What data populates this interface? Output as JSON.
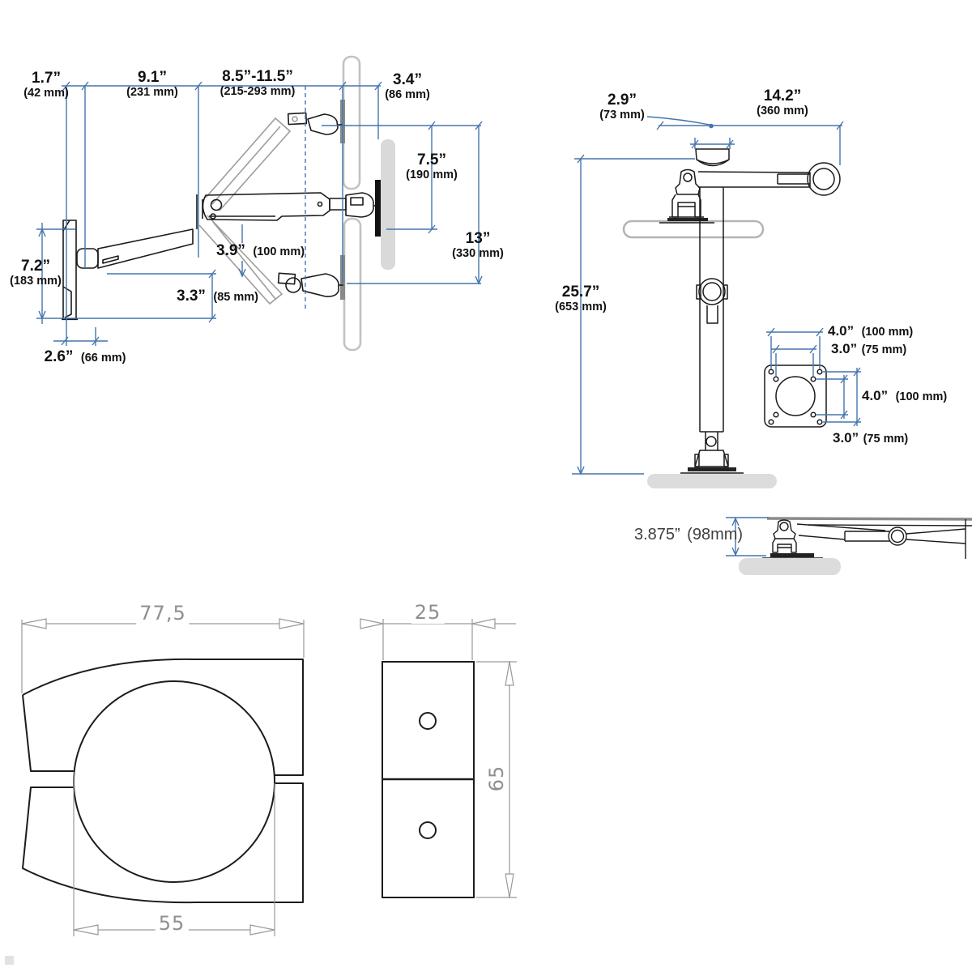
{
  "wall_diagram": {
    "dims": {
      "wall_offset": {
        "in": "1.7”",
        "mm": "(42 mm)"
      },
      "extension_reach": {
        "in": "9.1”",
        "mm": "(231 mm)"
      },
      "lift_arm_reach": {
        "in": "8.5”-11.5”",
        "mm": "(215-293 mm)"
      },
      "mount_depth": {
        "in": "3.4”",
        "mm": "(86 mm)"
      },
      "lift_up": {
        "in": "7.5”",
        "mm": "(190 mm)"
      },
      "lift_range": {
        "in": "13”",
        "mm": "(330 mm)"
      },
      "plate_height": {
        "in": "7.2”",
        "mm": "(183 mm)"
      },
      "pivot_drop": {
        "in": "3.9”",
        "mm": "(100 mm)"
      },
      "arm_clearance": {
        "in": "3.3”",
        "mm": "(85 mm)"
      },
      "plate_depth": {
        "in": "2.6”",
        "mm": "(66 mm)"
      }
    }
  },
  "pole_diagram": {
    "dims": {
      "cap_width": {
        "in": "2.9”",
        "mm": "(73 mm)"
      },
      "arm_reach": {
        "in": "14.2”",
        "mm": "(360 mm)"
      },
      "pole_height": {
        "in": "25.7”",
        "mm": "(653 mm)"
      },
      "vesa_h100": {
        "in": "4.0”",
        "mm": "(100 mm)"
      },
      "vesa_h75": {
        "in": "3.0”",
        "mm": "(75 mm)"
      },
      "vesa_v100": {
        "in": "4.0”",
        "mm": "(100 mm)"
      },
      "vesa_v75": {
        "in": "3.0”",
        "mm": "(75 mm)"
      }
    }
  },
  "folded_diagram": {
    "dims": {
      "folded_height": {
        "in": "3.875”",
        "mm": "(98mm)"
      }
    }
  },
  "clamp_front_view": {
    "dims": {
      "outer_width": "77,5",
      "bore_diameter": "55"
    }
  },
  "clamp_side_view": {
    "dims": {
      "depth": "25",
      "height": "65"
    }
  },
  "colors": {
    "dimension_blue": "#4575ad",
    "line_black": "#1a1a1a",
    "ghost_gray": "#9c9c9c",
    "monitor_gray": "#c2c2c2",
    "fill_gray": "#d9d9d9",
    "cad_gray": "#8f8f8f"
  }
}
